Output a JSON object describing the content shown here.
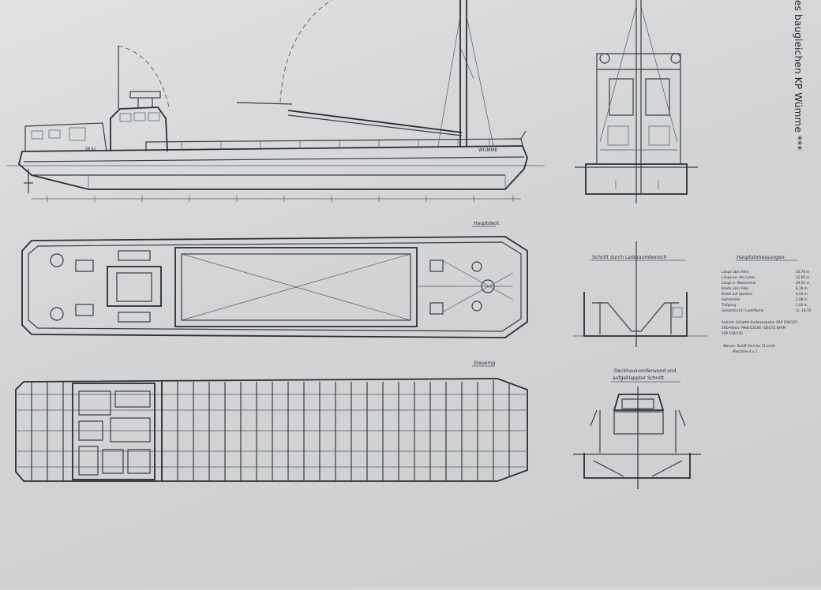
{
  "header_note": "es baugleichen  KP Wümme ***",
  "ship_name": "WÜMME",
  "hull_plate": "SM 83",
  "views": {
    "deck_label": "Hauptdeck",
    "floor_label": "Steuerng",
    "section_cargo_title": "Schnitt durch Laderaumbereich",
    "section_wheelhouse_title": [
      "Deckhausvorderwand und",
      "aufgeklappter Schnitt"
    ]
  },
  "spec_table": {
    "title": "Hauptabmessungen:",
    "rows": [
      {
        "label": "Länge über Alles",
        "value": "20,78 m"
      },
      {
        "label": "Länge zw. den Loten",
        "value": "32,60 m"
      },
      {
        "label": "Länge ü. Wasserlinie",
        "value": "29,50 m"
      },
      {
        "label": "Breite über Alles",
        "value": "6,78 m"
      },
      {
        "label": "Breite auf Spanten",
        "value": "6,50 m"
      },
      {
        "label": "Seitenhöhe",
        "value": "2,98 m"
      },
      {
        "label": "Tiefgang",
        "value": "1,40 m"
      },
      {
        "label": "Gesamtsicht / Ladefläche",
        "value": "Ls. 18,70"
      }
    ],
    "notes": [
      "Antrieb: Schottel-Ruderpropeller SRP 100/125",
      "SRD-Motor: MAN D2566 / DEUTZ BF6M",
      "SRP 100/150"
    ],
    "speed_lines": [
      "Wasser: Schiff  10,4 bis 11 km/h",
      "Maschine  4 x 1"
    ]
  }
}
